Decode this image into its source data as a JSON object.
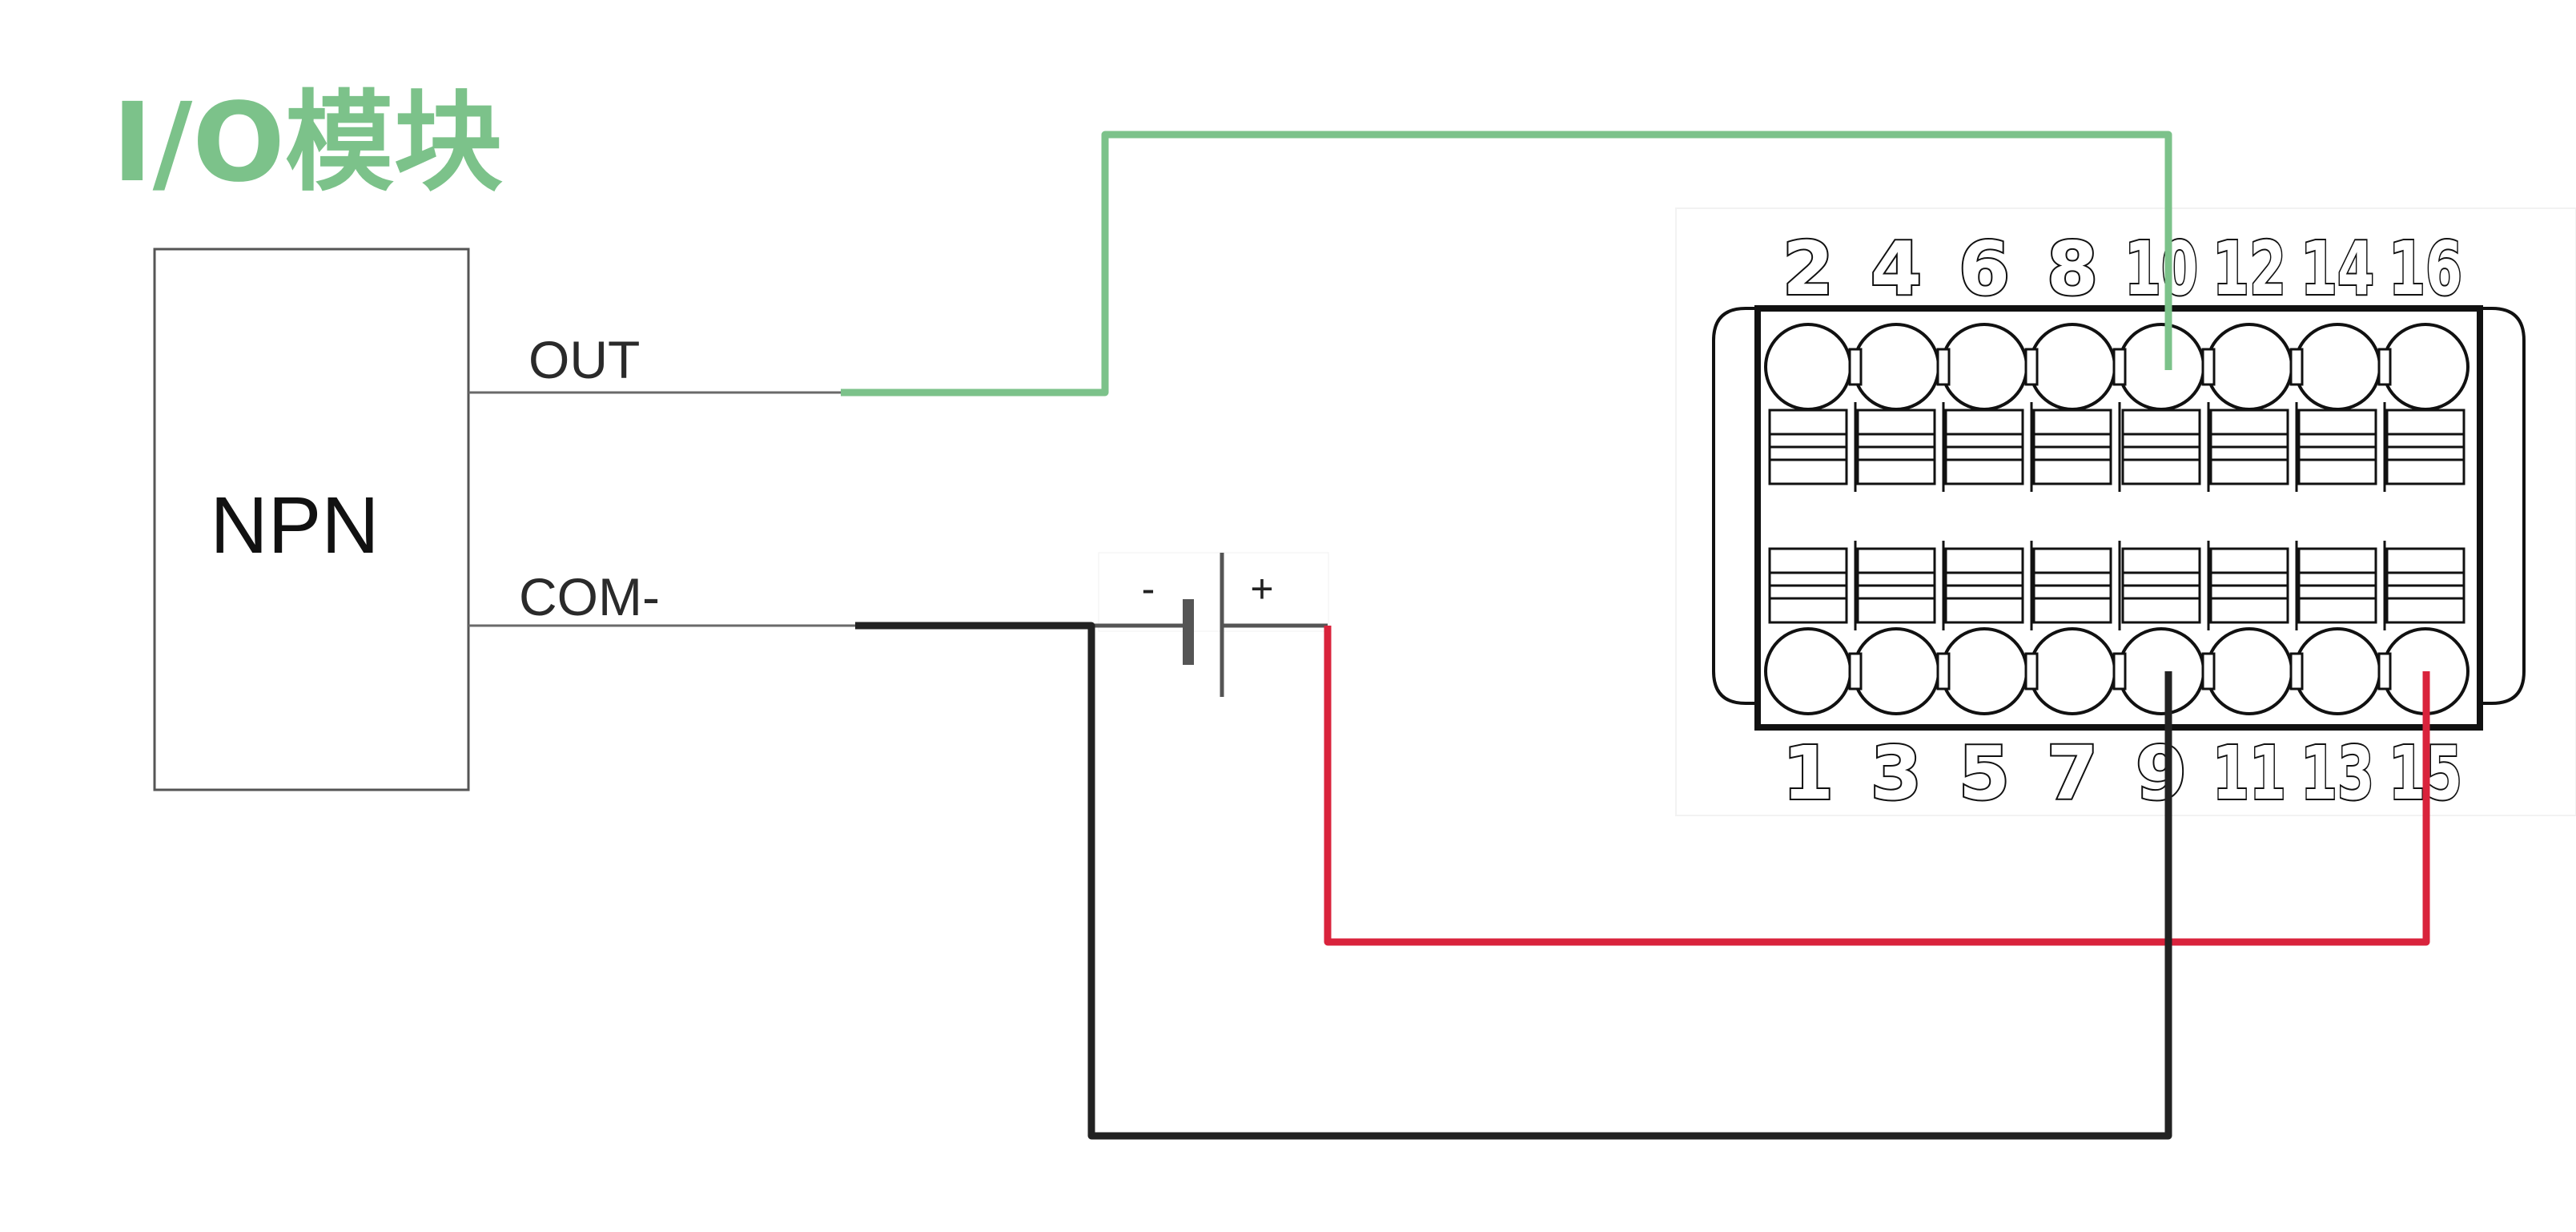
{
  "title": "I/O模块",
  "colors": {
    "title": "#7cc28a",
    "out_wire": "#7cc28a",
    "positive_wire": "#d9233c",
    "negative_wire": "#222222",
    "signal_line": "#6a6a6a"
  },
  "device": {
    "name": "NPN",
    "out_label": "OUT",
    "com_label": "COM-"
  },
  "battery": {
    "minus_label": "-",
    "plus_label": "+"
  },
  "terminal_block": {
    "top_pins": [
      "2",
      "4",
      "6",
      "8",
      "10",
      "12",
      "14",
      "16"
    ],
    "bottom_pins": [
      "1",
      "3",
      "5",
      "7",
      "9",
      "11",
      "13",
      "15"
    ]
  },
  "connections": [
    {
      "from": "OUT",
      "to": "10",
      "color": "out_wire"
    },
    {
      "from": "+",
      "to": "15",
      "color": "positive_wire"
    },
    {
      "from": "COM-",
      "to": "9",
      "color": "negative_wire"
    }
  ]
}
